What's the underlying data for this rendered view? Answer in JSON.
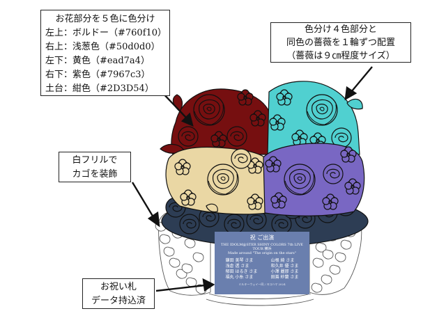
{
  "callouts": {
    "colors": {
      "heading": "お花部分を５色に色分け",
      "lines": [
        "左上：ボルドー（#760f10）",
        "右上：浅葱色（#50d0d0）",
        "左下：黄色（#ead7a4）",
        "右下：紫色（#7967c3）",
        "土台：紺色（#2D3D54）"
      ]
    },
    "rose": {
      "lines": [
        "色分け４色部分と",
        "同色の薔薇を１輪ずつ配置",
        "（薔薇は９㎝程度サイズ）"
      ]
    },
    "frill": {
      "lines": [
        "白フリルで",
        "カゴを装飾"
      ]
    },
    "card": {
      "lines": [
        "お祝い札",
        "データ持込済"
      ]
    }
  },
  "colors": {
    "bordeaux": "#760f10",
    "asagi": "#50d0d0",
    "yellow": "#ead7a4",
    "purple": "#7967c3",
    "base": "#2D3D54",
    "card": "#6a7fae"
  },
  "card": {
    "title": "祝 ご出演",
    "event_line1": "THE IDOLM@STER SHINY COLORS 7th LIVE TOUR 横浜",
    "event_line2": "Made around \"The origin on the stars\"",
    "left_names": [
      "鎌田 美琴 さま",
      "浅倉 透 さま",
      "郁田 はるき さま",
      "福丸 小糸 さま"
    ],
    "right_names": [
      "山根 綺 さま",
      "和久井 優 さま",
      "小澤 麗那 さま",
      "田嶌 紗蘭 さま"
    ],
    "footer": "ミルキーウェイ一同 / ヨコハマ 2024"
  }
}
